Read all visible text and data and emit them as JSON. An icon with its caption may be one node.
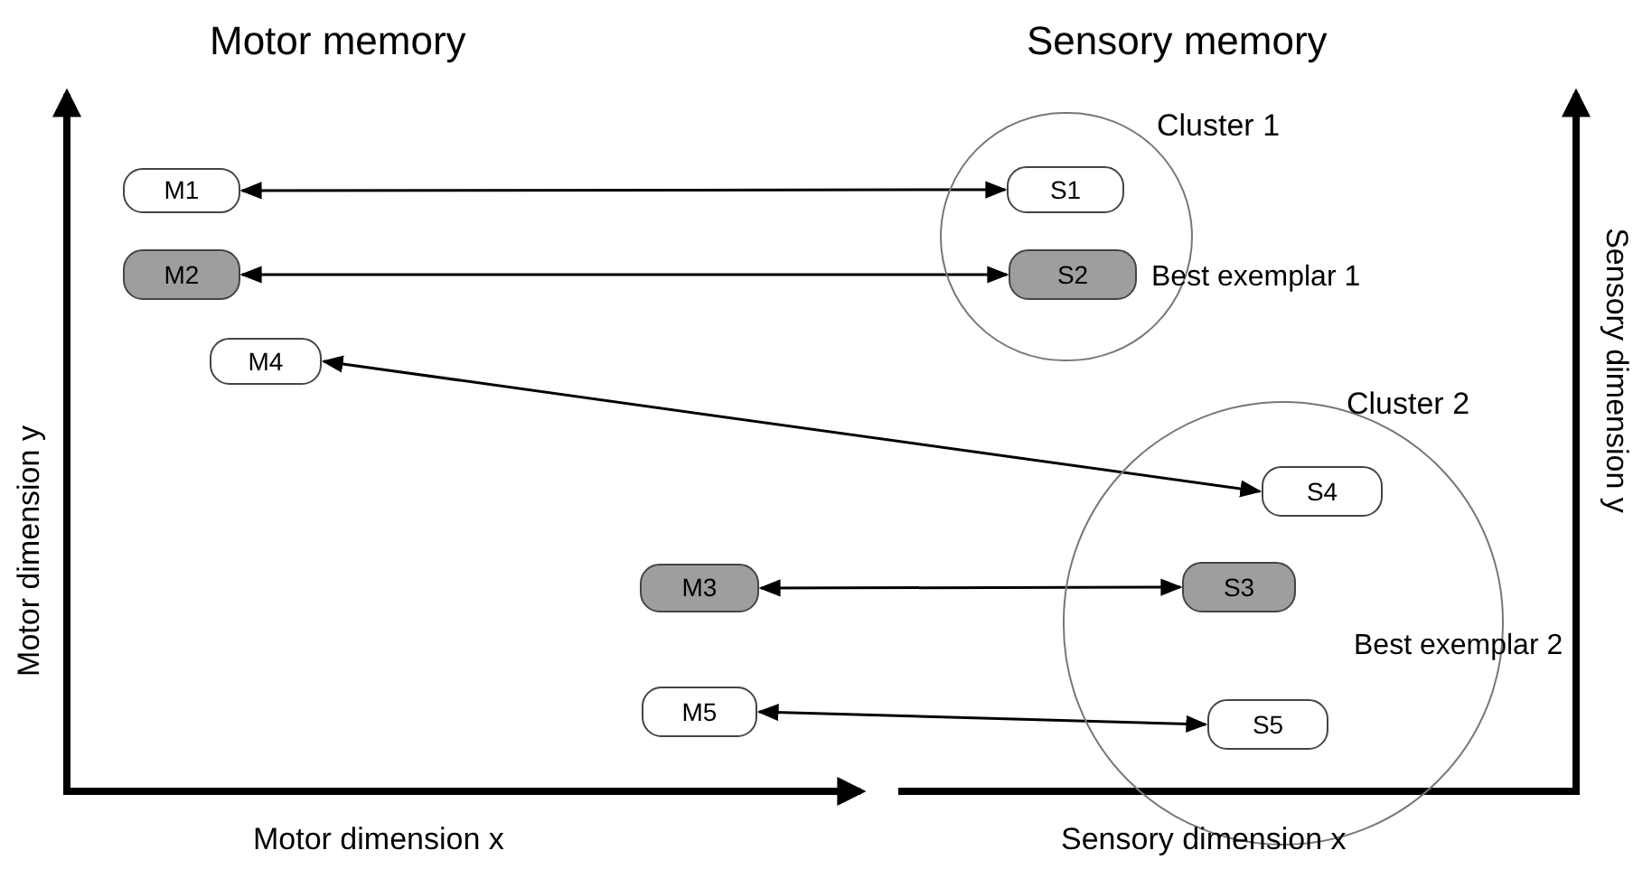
{
  "diagram": {
    "nodes": [
      {
        "text": [
          "Cluster 1",
          "Best exemplar 1"
        ]
      },
      {
        "text": [
          "M1"
        ]
      },
      {
        "text": [
          "S1"
        ],
        "in": 0
      },
      {
        "text": [
          "M2"
        ]
      },
      {
        "text": [
          "S2"
        ],
        "in": 0
      },
      {
        "text": [
          "M4"
        ]
      },
      {
        "text": [
          "Cluster 2",
          "Best exemplar 2"
        ]
      },
      {
        "text": [
          "S4"
        ],
        "in": 6
      },
      {
        "text": [
          "M3"
        ]
      },
      {
        "text": [
          "S3"
        ],
        "in": 6
      },
      {
        "text": [
          "M5"
        ]
      },
      {
        "text": [
          "S5"
        ],
        "in": 6
      }
    ],
    "edges": [
      {
        "from": 1,
        "to": 2,
        "arrow": "both"
      },
      {
        "from": 3,
        "to": 4,
        "arrow": "both"
      },
      {
        "from": 5,
        "to": 7,
        "arrow": "both"
      },
      {
        "from": 8,
        "to": 9,
        "arrow": "both"
      },
      {
        "from": 10,
        "to": 11,
        "arrow": "both"
      }
    ],
    "labels": [
      "Motor memory",
      "Sensory memory",
      "Motor dimension y",
      "Sensory dimension y",
      "Motor dimension x",
      "Sensory dimension x"
    ]
  }
}
